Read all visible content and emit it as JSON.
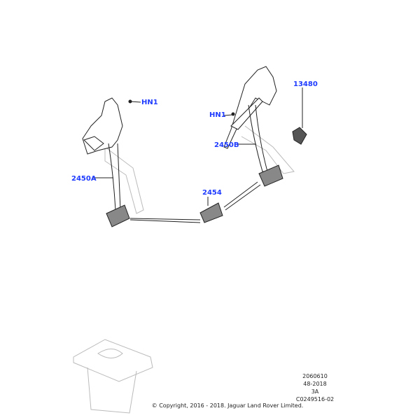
{
  "callouts": [
    {
      "id": "hn1-left",
      "label": "HN1"
    },
    {
      "id": "hn1-right",
      "label": "HN1"
    },
    {
      "id": "13480",
      "label": "13480"
    },
    {
      "id": "2450b",
      "label": "2450B"
    },
    {
      "id": "2450a",
      "label": "2450A"
    },
    {
      "id": "2454",
      "label": "2454"
    }
  ],
  "info": {
    "line1": "2060610",
    "line2": "48-2018",
    "line3": "3A",
    "line4": "C0249516-02"
  },
  "copyright": "© Copyright, 2016 - 2018. Jaguar Land Rover Limited.",
  "colors": {
    "callout": "#1f3cff",
    "line": "#222222",
    "ghost": "#bbbbbb"
  }
}
